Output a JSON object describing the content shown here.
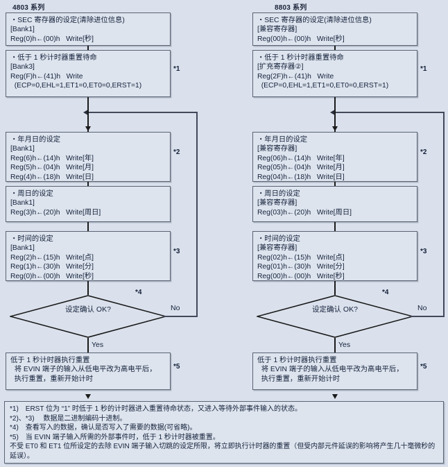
{
  "columns": [
    {
      "id": "left",
      "title": "4803 系列",
      "boxes": [
        {
          "name": "sec-register-setting",
          "lines": [
            "・SEC 寄存器的设定(清除进位信息)",
            "[Bank1]",
            "Reg(0)h←(00)h   Write[秒]"
          ],
          "note": ""
        },
        {
          "name": "sub-second-timer-reset-standby",
          "lines": [
            "・低于 1 秒计时器重置待命",
            "[Bank3]",
            "Reg(F)h←(41)h   Write",
            "  (ECP=0,EHL=1,ET1=0,ET0=0,ERST=1)"
          ],
          "note": "*1"
        },
        {
          "name": "year-month-day-setting",
          "lines": [
            "・年月日的设定",
            "[Bank1]",
            "Reg(6)h←(14)h   Write[年]",
            "Reg(5)h←(04)h   Write[月]",
            "Reg(4)h←(18)h   Write[日]"
          ],
          "note": "*2"
        },
        {
          "name": "weekday-setting",
          "lines": [
            "・周日的设定",
            "[Bank1]",
            "Reg(3)h←(20)h   Write[周日]"
          ],
          "note": ""
        },
        {
          "name": "time-setting",
          "lines": [
            "・时间的设定",
            "[Bank1]",
            "Reg(2)h←(15)h   Write[点]",
            "Reg(1)h←(30)h   Write[分]",
            "Reg(0)h←(00)h   Write[秒]"
          ],
          "note": "*3"
        }
      ],
      "decision": {
        "name": "setting-confirm-decision",
        "label": "设定确认 OK?",
        "note": "*4",
        "no_label": "No",
        "yes_label": "Yes"
      },
      "final": {
        "name": "sub-second-timer-execute-reset",
        "lines": [
          "低于 1 秒计时器执行重置",
          "  将 EVIN 端子的输入从低电平改为高电平后，",
          "  执行重置，重新开始计时"
        ],
        "note": "*5"
      }
    },
    {
      "id": "right",
      "title": "8803 系列",
      "boxes": [
        {
          "name": "sec-register-setting",
          "lines": [
            "・SEC 寄存器的设定(清除进位信息)",
            "[兼容寄存器]",
            "Reg(00)h←(00)h   Write[秒]"
          ],
          "note": ""
        },
        {
          "name": "sub-second-timer-reset-standby",
          "lines": [
            "・低于 1 秒计时器重置待命",
            "[扩充寄存器②]",
            "Reg(2F)h←(41)h   Write",
            "  (ECP=0,EHL=1,ET1=0,ET0=0,ERST=1)"
          ],
          "note": "*1"
        },
        {
          "name": "year-month-day-setting",
          "lines": [
            "・年月日的设定",
            "[兼容寄存器]",
            "Reg(06)h←(14)h   Write[年]",
            "Reg(05)h←(04)h   Write[月]",
            "Reg(04)h←(18)h   Write[日]"
          ],
          "note": "*2"
        },
        {
          "name": "weekday-setting",
          "lines": [
            "・周日的设定",
            "[兼容寄存器]",
            "Reg(03)h←(20)h   Write[周日]"
          ],
          "note": ""
        },
        {
          "name": "time-setting",
          "lines": [
            "・时间的设定",
            "[兼容寄存器]",
            "Reg(02)h←(15)h   Write[点]",
            "Reg(01)h←(30)h   Write[分]",
            "Reg(00)h←(00)h   Write[秒]"
          ],
          "note": "*3"
        }
      ],
      "decision": {
        "name": "setting-confirm-decision",
        "label": "设定确认 OK?",
        "note": "*4",
        "no_label": "No",
        "yes_label": "Yes"
      },
      "final": {
        "name": "sub-second-timer-execute-reset",
        "lines": [
          "低于 1 秒计时器执行重置",
          "  将 EVIN 端子的输入从低电平改为高电平后，",
          "  执行重置，重新开始计时"
        ],
        "note": "*5"
      }
    }
  ],
  "footnotes": [
    "*1)　ERST 位为 “1” 时低于 1 秒的计时器进入重置待命状态，又进入等待外部事件输入的状态。",
    "*2)、*3)　 数据是二进制编码十进制。",
    "*4)　查看写入的数据，确认是否写入了需要的数据(可省略)。",
    "*5)　当 EVIN 端子输入所需的外部事件时，低于 1 秒计时器被重置。",
    "不受 ET0 和 ET1 位所设定的去除 EVIN 端子输入切跳的设定所限，将立即执行计时器的重置（但受内部元件延误的影响将产生几十毫微秒的延误）。"
  ],
  "colors": {
    "background": "#dae1ec",
    "box_fill": "#dde4ee",
    "box_border": "#5a6374",
    "line": "#1a1a1a",
    "text": "#14213a"
  }
}
